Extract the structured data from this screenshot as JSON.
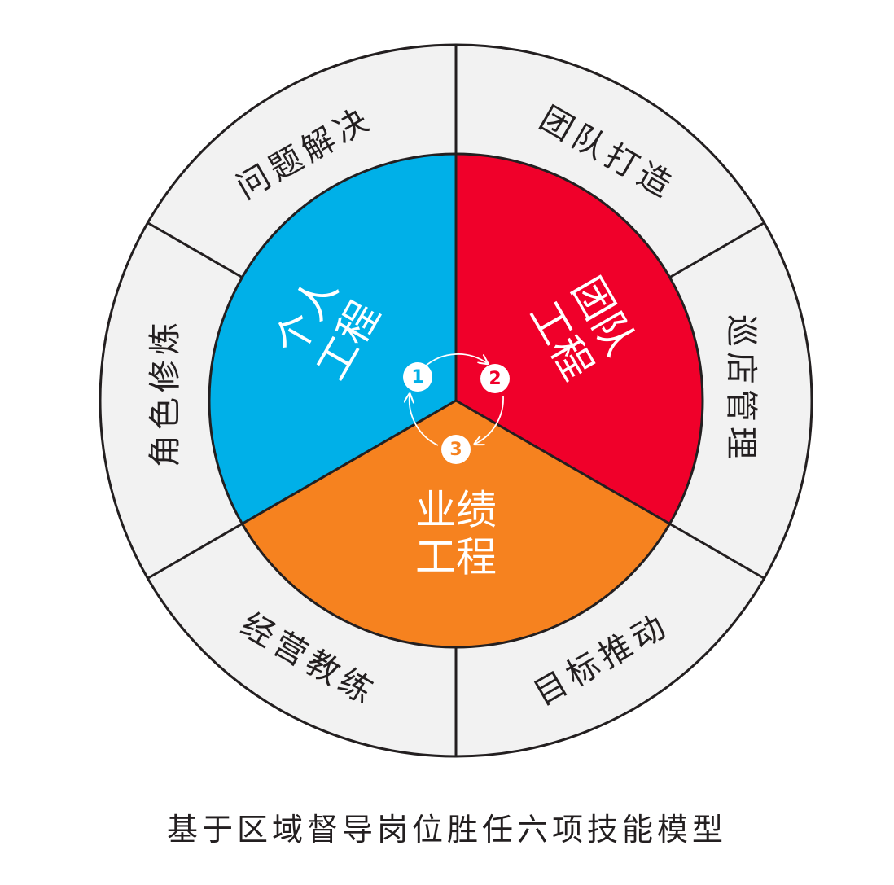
{
  "outer_ring": {
    "segments": [
      {
        "label": "问题解决"
      },
      {
        "label": "团队打造"
      },
      {
        "label": "巡店管理"
      },
      {
        "label": "目标推动"
      },
      {
        "label": "经营教练"
      },
      {
        "label": "角色修炼"
      }
    ],
    "fill": "#f2f2f2",
    "stroke": "#231f20"
  },
  "inner_sectors": [
    {
      "line1": "个人",
      "line2": "工程",
      "color": "#00b0e8"
    },
    {
      "line1": "团队",
      "line2": "工程",
      "color": "#f0002a"
    },
    {
      "line1": "业绩",
      "line2": "工程",
      "color": "#f6821f"
    }
  ],
  "cycle": {
    "steps": [
      "1",
      "2",
      "3"
    ]
  },
  "caption": "基于区域督导岗位胜任六项技能模型"
}
